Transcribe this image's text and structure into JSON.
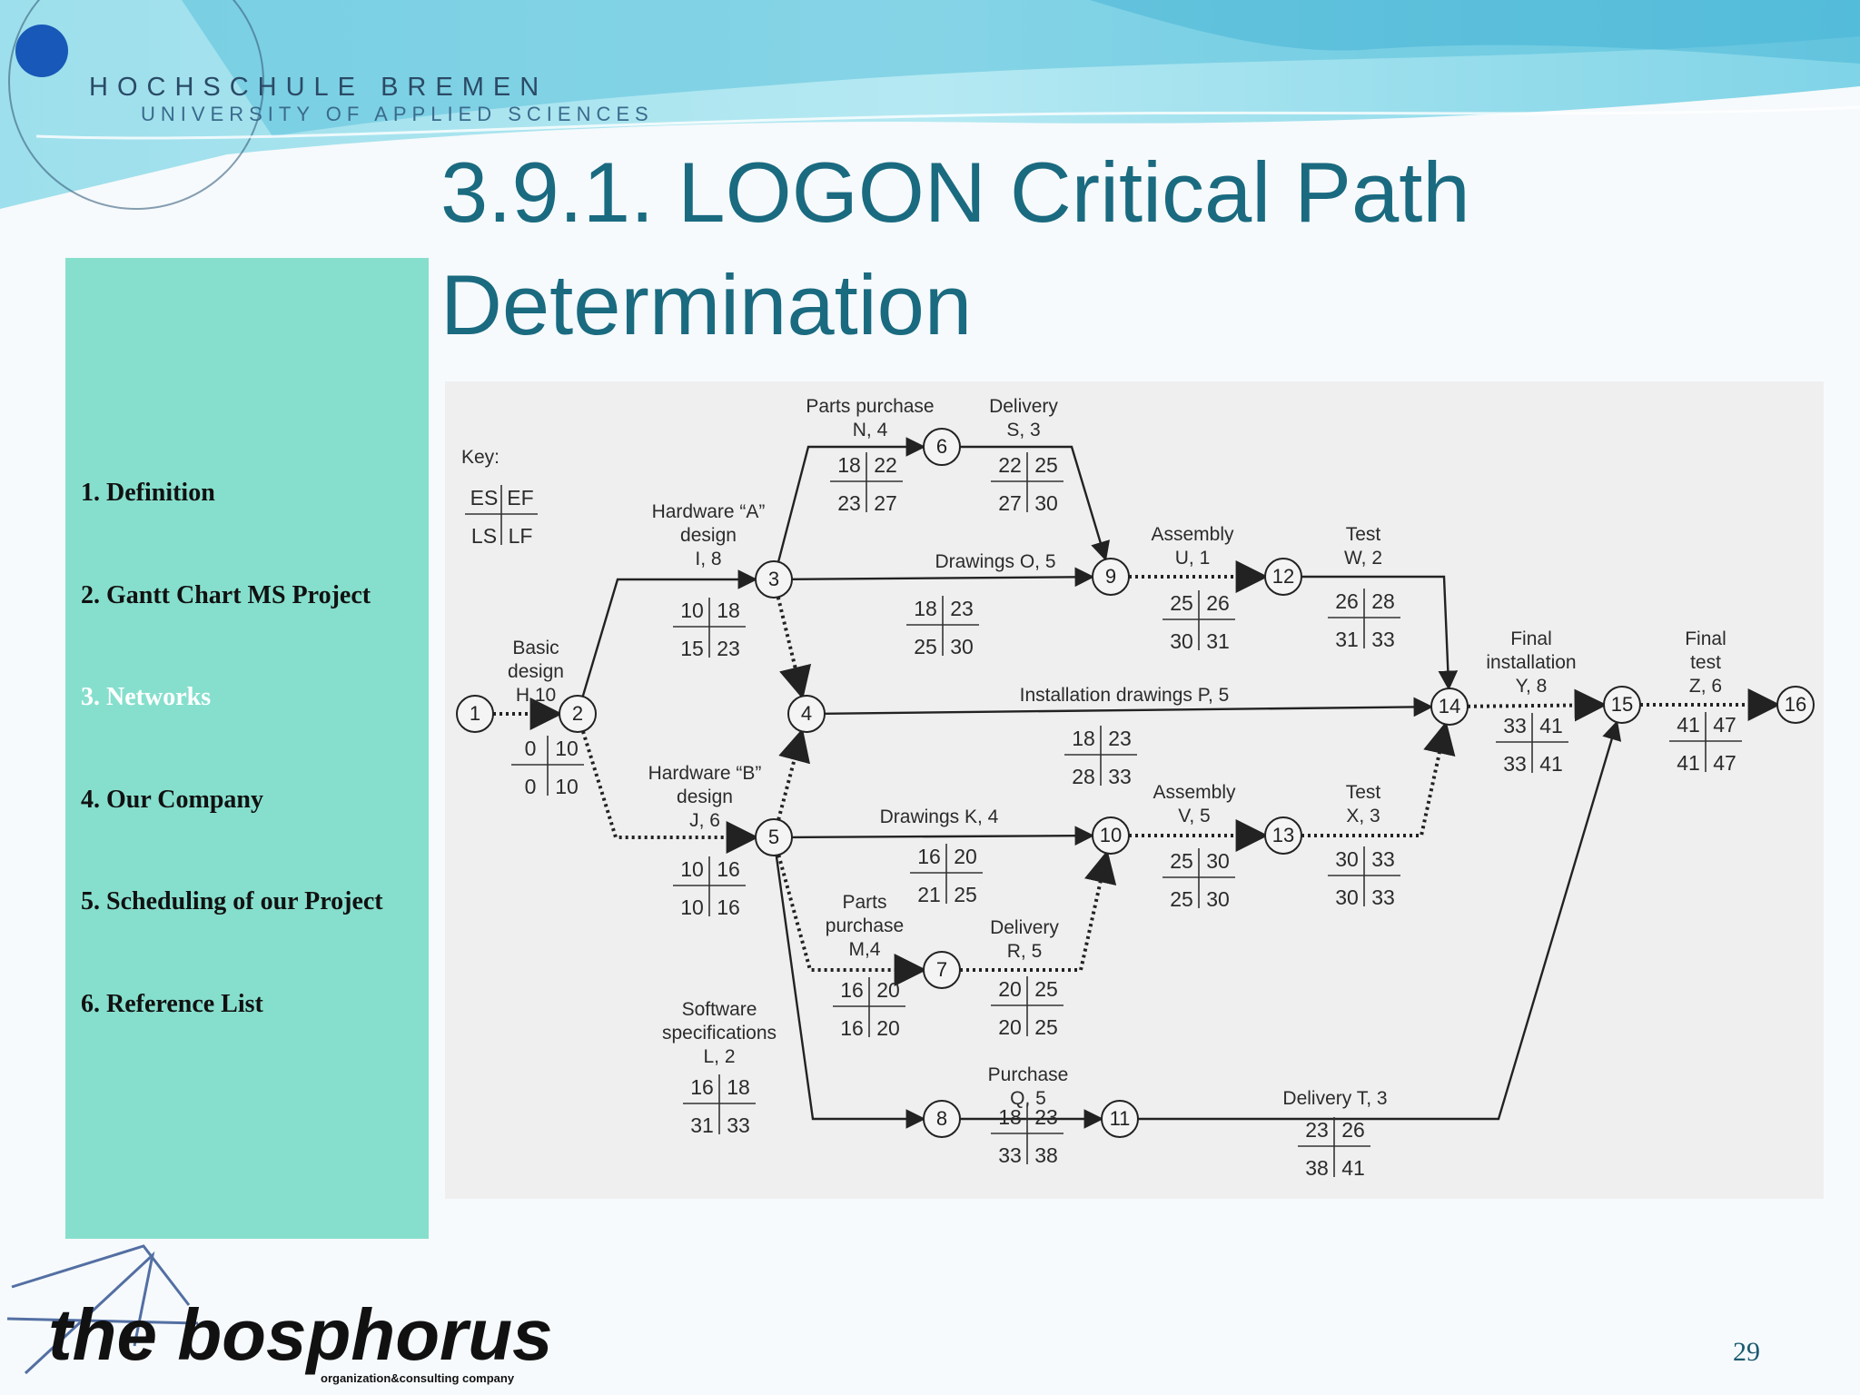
{
  "header": {
    "university_name": "HOCHSCHULE BREMEN",
    "university_subtitle": "UNIVERSITY OF APPLIED SCIENCES"
  },
  "slide": {
    "title_line1": "3.9.1. LOGON Critical Path",
    "title_line2": "Determination",
    "page_number": "29"
  },
  "menu": {
    "items": [
      {
        "label": "1. Definition",
        "active": false
      },
      {
        "label": "2. Gantt Chart MS Project",
        "active": false
      },
      {
        "label": "3. Networks",
        "active": true
      },
      {
        "label": "4. Our Company",
        "active": false
      },
      {
        "label": "5. Scheduling of our Project",
        "active": false
      },
      {
        "label": "6. Reference List",
        "active": false
      }
    ]
  },
  "logo": {
    "name": "the bosphorus",
    "tagline": "organization&consulting company"
  },
  "diagram": {
    "key": {
      "title": "Key:",
      "es": "ES",
      "ef": "EF",
      "ls": "LS",
      "lf": "LF"
    },
    "nodes": [
      "1",
      "2",
      "3",
      "4",
      "5",
      "6",
      "7",
      "8",
      "9",
      "10",
      "11",
      "12",
      "13",
      "14",
      "15",
      "16"
    ],
    "activities": [
      {
        "id": "H",
        "lines": [
          "Basic",
          "design",
          "H,10"
        ],
        "es": "0",
        "ef": "10",
        "ls": "0",
        "lf": "10"
      },
      {
        "id": "I",
        "lines": [
          "Hardware “A”",
          "design",
          "I, 8"
        ],
        "es": "10",
        "ef": "18",
        "ls": "15",
        "lf": "23"
      },
      {
        "id": "J",
        "lines": [
          "Hardware “B”",
          "design",
          "J, 6"
        ],
        "es": "10",
        "ef": "16",
        "ls": "10",
        "lf": "16"
      },
      {
        "id": "N",
        "lines": [
          "Parts purchase",
          "N, 4"
        ],
        "es": "18",
        "ef": "22",
        "ls": "23",
        "lf": "27"
      },
      {
        "id": "S",
        "lines": [
          "Delivery",
          "S, 3"
        ],
        "es": "22",
        "ef": "25",
        "ls": "27",
        "lf": "30"
      },
      {
        "id": "O",
        "lines": [
          "Drawings O, 5"
        ],
        "es": "18",
        "ef": "23",
        "ls": "25",
        "lf": "30"
      },
      {
        "id": "U",
        "lines": [
          "Assembly",
          "U, 1"
        ],
        "es": "25",
        "ef": "26",
        "ls": "30",
        "lf": "31"
      },
      {
        "id": "W",
        "lines": [
          "Test",
          "W, 2"
        ],
        "es": "26",
        "ef": "28",
        "ls": "31",
        "lf": "33"
      },
      {
        "id": "P",
        "lines": [
          "Installation drawings P, 5"
        ],
        "es": "18",
        "ef": "23",
        "ls": "28",
        "lf": "33"
      },
      {
        "id": "Y",
        "lines": [
          "Final",
          "installation",
          "Y, 8"
        ],
        "es": "33",
        "ef": "41",
        "ls": "33",
        "lf": "41"
      },
      {
        "id": "Z",
        "lines": [
          "Final",
          "test",
          "Z, 6"
        ],
        "es": "41",
        "ef": "47",
        "ls": "41",
        "lf": "47"
      },
      {
        "id": "K",
        "lines": [
          "Drawings K, 4"
        ],
        "es": "16",
        "ef": "20",
        "ls": "21",
        "lf": "25"
      },
      {
        "id": "V",
        "lines": [
          "Assembly",
          "V, 5"
        ],
        "es": "25",
        "ef": "30",
        "ls": "25",
        "lf": "30"
      },
      {
        "id": "X",
        "lines": [
          "Test",
          "X, 3"
        ],
        "es": "30",
        "ef": "33",
        "ls": "30",
        "lf": "33"
      },
      {
        "id": "M",
        "lines": [
          "Parts",
          "purchase",
          "M,4"
        ],
        "es": "16",
        "ef": "20",
        "ls": "16",
        "lf": "20"
      },
      {
        "id": "R",
        "lines": [
          "Delivery",
          "R, 5"
        ],
        "es": "20",
        "ef": "25",
        "ls": "20",
        "lf": "25"
      },
      {
        "id": "L",
        "lines": [
          "Software",
          "specifications",
          "L, 2"
        ],
        "es": "16",
        "ef": "18",
        "ls": "31",
        "lf": "33"
      },
      {
        "id": "Q",
        "lines": [
          "Purchase",
          "Q, 5"
        ],
        "es": "18",
        "ef": "23",
        "ls": "33",
        "lf": "38"
      },
      {
        "id": "T",
        "lines": [
          "Delivery T, 3"
        ],
        "es": "23",
        "ef": "26",
        "ls": "38",
        "lf": "41"
      }
    ]
  }
}
